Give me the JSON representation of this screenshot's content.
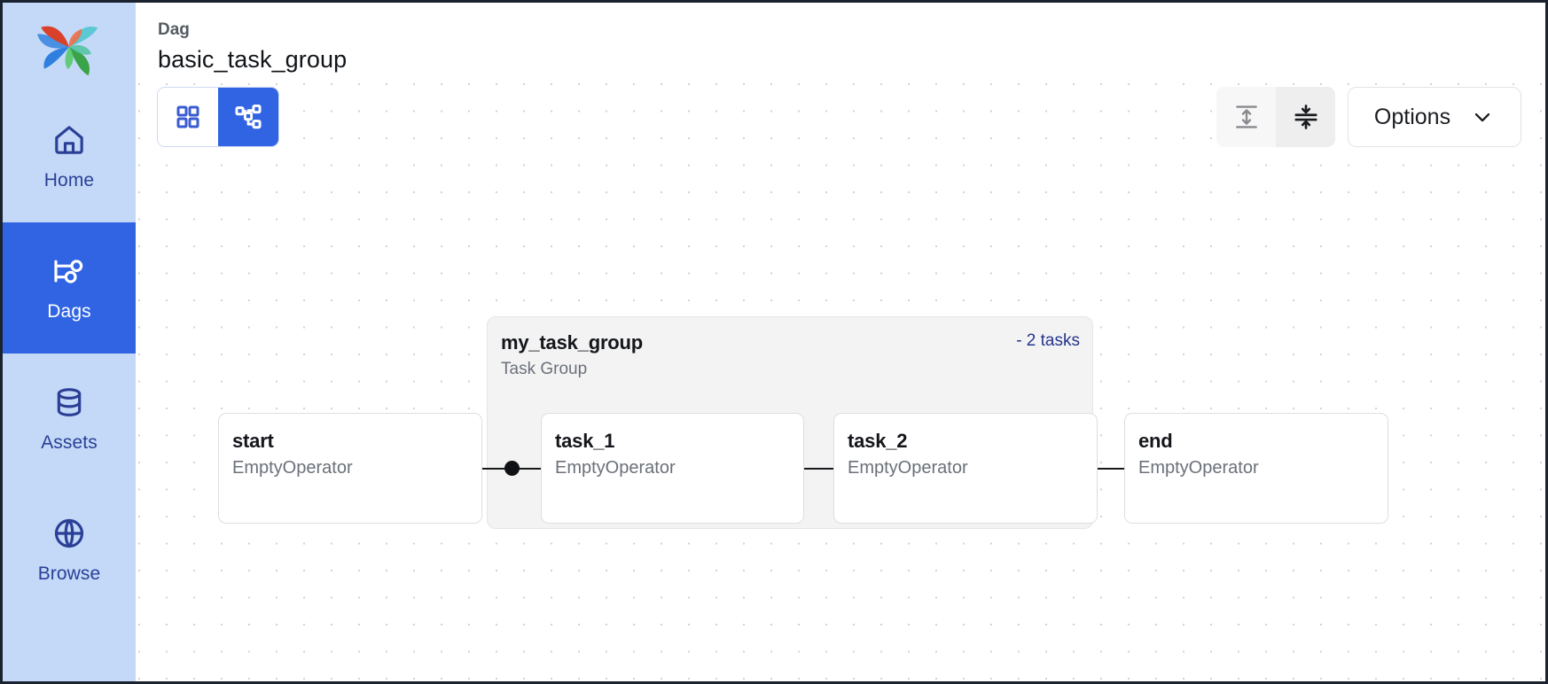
{
  "sidebar": {
    "logo_icon": "airflow-pinwheel-logo",
    "items": [
      {
        "label": "Home",
        "icon": "home-icon",
        "active": false
      },
      {
        "label": "Dags",
        "icon": "dag-graph-icon",
        "active": true
      },
      {
        "label": "Assets",
        "icon": "database-icon",
        "active": false
      },
      {
        "label": "Browse",
        "icon": "globe-icon",
        "active": false
      }
    ]
  },
  "header": {
    "breadcrumb": "Dag",
    "title": "basic_task_group"
  },
  "toolbar": {
    "view_toggle": [
      {
        "name": "grid-view",
        "icon": "grid-icon",
        "active": false
      },
      {
        "name": "graph-view",
        "icon": "graph-icon",
        "active": true
      }
    ],
    "layout_buttons": [
      {
        "name": "expand-vertical",
        "icon": "expand-vertical-icon",
        "pressed": false
      },
      {
        "name": "collapse-vertical",
        "icon": "collapse-vertical-icon",
        "pressed": true
      }
    ],
    "options_label": "Options",
    "options_caret_icon": "chevron-down-icon"
  },
  "graph": {
    "task_group": {
      "name": "my_task_group",
      "type_label": "Task Group",
      "toggle_label": "- 2 tasks"
    },
    "nodes": [
      {
        "id": "start",
        "title": "start",
        "operator": "EmptyOperator"
      },
      {
        "id": "task_1",
        "title": "task_1",
        "operator": "EmptyOperator"
      },
      {
        "id": "task_2",
        "title": "task_2",
        "operator": "EmptyOperator"
      },
      {
        "id": "end",
        "title": "end",
        "operator": "EmptyOperator"
      }
    ],
    "edges": [
      {
        "from": "start",
        "to": "task_1"
      },
      {
        "from": "task_1",
        "to": "task_2"
      },
      {
        "from": "task_2",
        "to": "end"
      }
    ]
  },
  "colors": {
    "sidebar_bg": "#c3d9f7",
    "sidebar_active": "#3064e3",
    "accent": "#3064e3",
    "nav_text": "#2b3f96",
    "group_bg": "#f3f3f4",
    "link_blue": "#24348d"
  }
}
